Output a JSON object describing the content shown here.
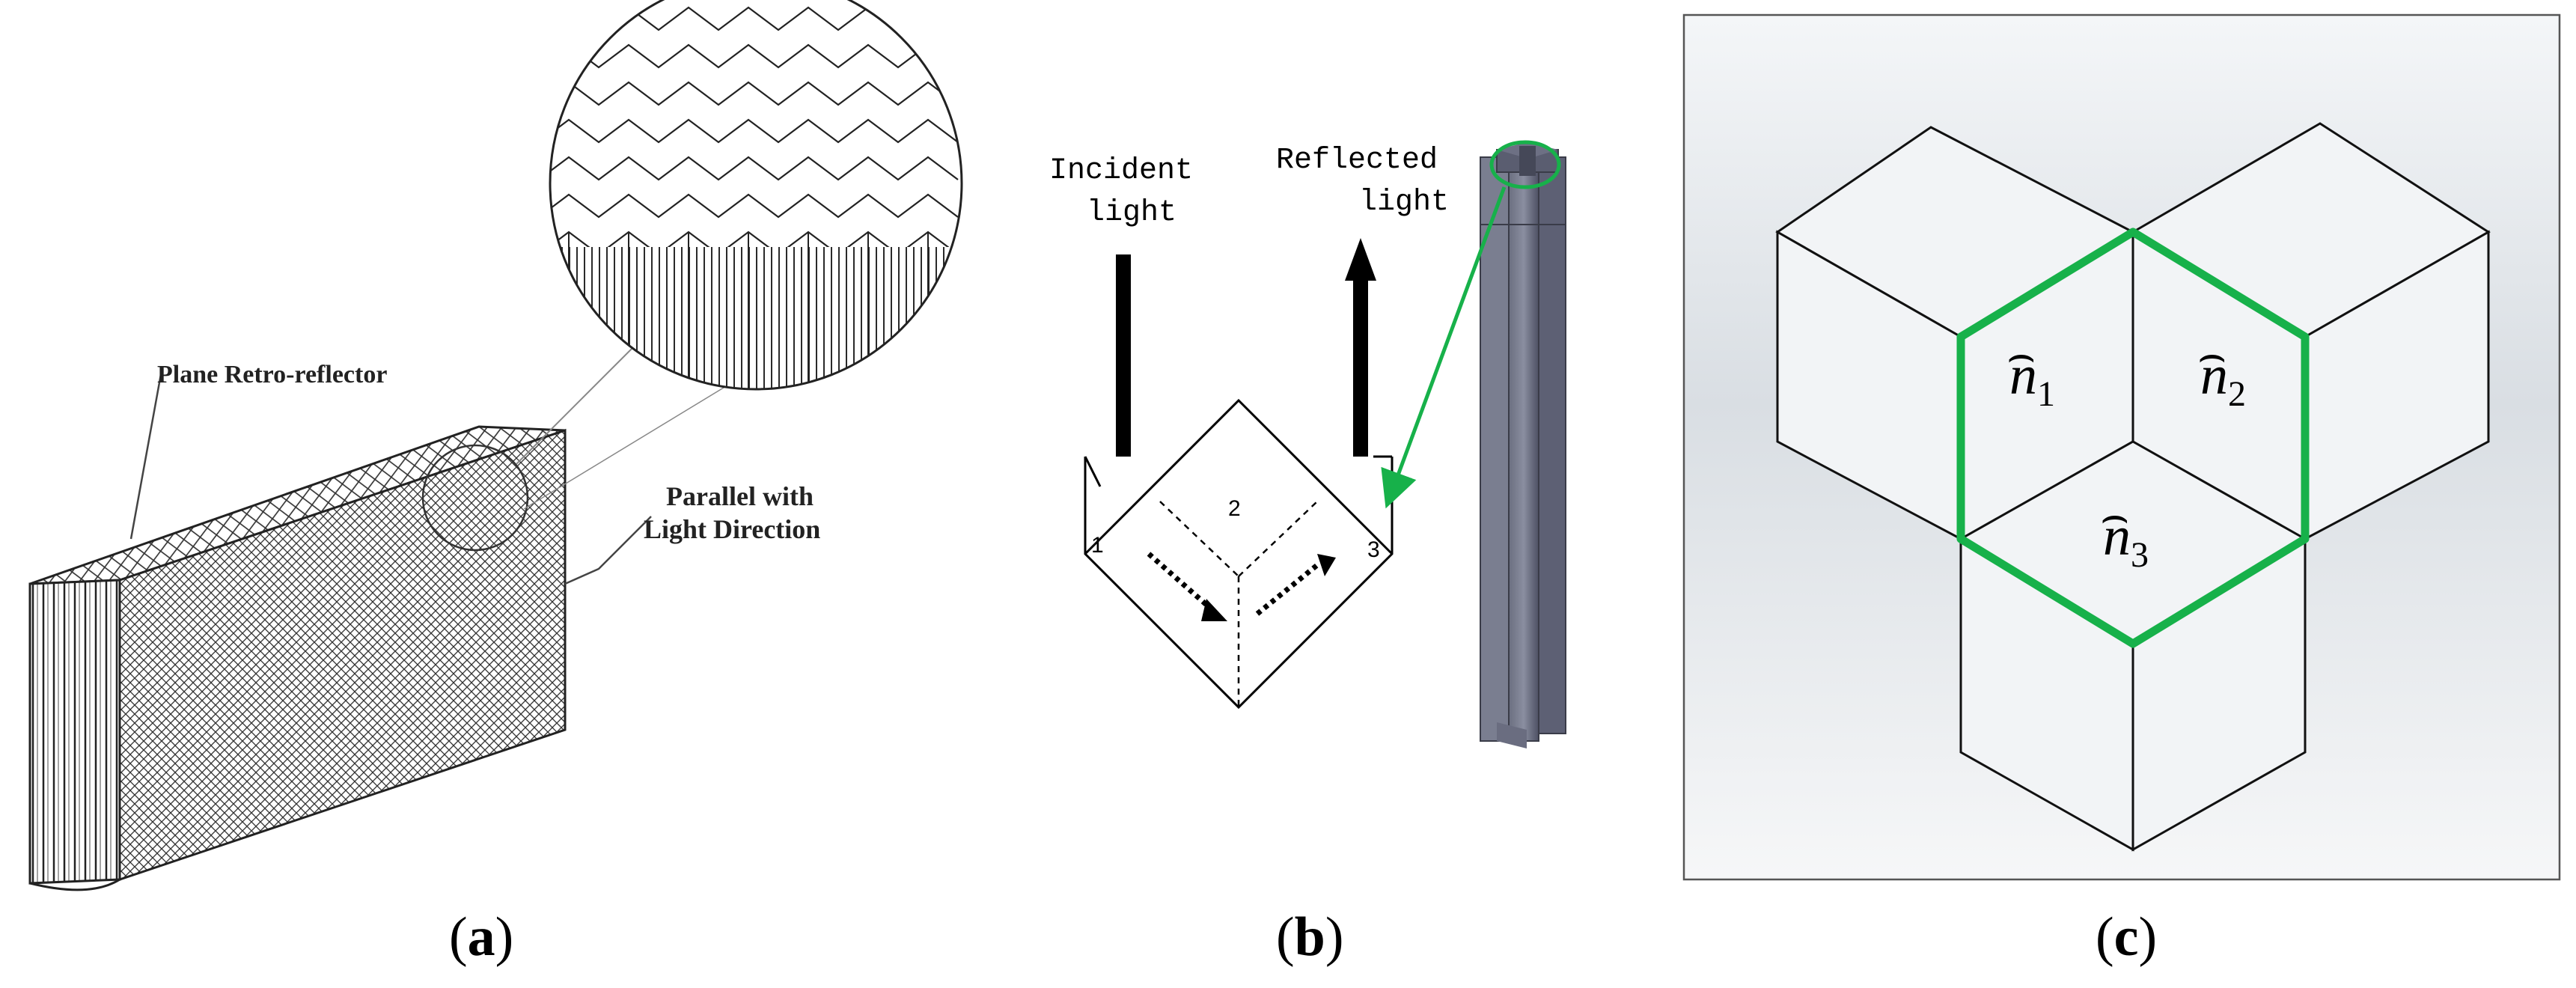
{
  "panel_a": {
    "label_plane": "Plane Retro-reflector",
    "label_parallel_1": "Parallel with",
    "label_parallel_2": "Light Direction",
    "caption_letter": "a"
  },
  "panel_b": {
    "incident_1": "Incident",
    "incident_2": "light",
    "reflected_1": "Reflected",
    "reflected_2": "light",
    "num_1": "1",
    "num_2": "2",
    "num_3": "3",
    "caption_letter": "b",
    "accent_color": "#17b14a"
  },
  "panel_c": {
    "n1_sub": "1",
    "n2_sub": "2",
    "n3_sub": "3",
    "n_letter": "n",
    "caption_letter": "c",
    "accent_color": "#17b14a"
  },
  "captions": {
    "open": "(",
    "close": ")"
  }
}
